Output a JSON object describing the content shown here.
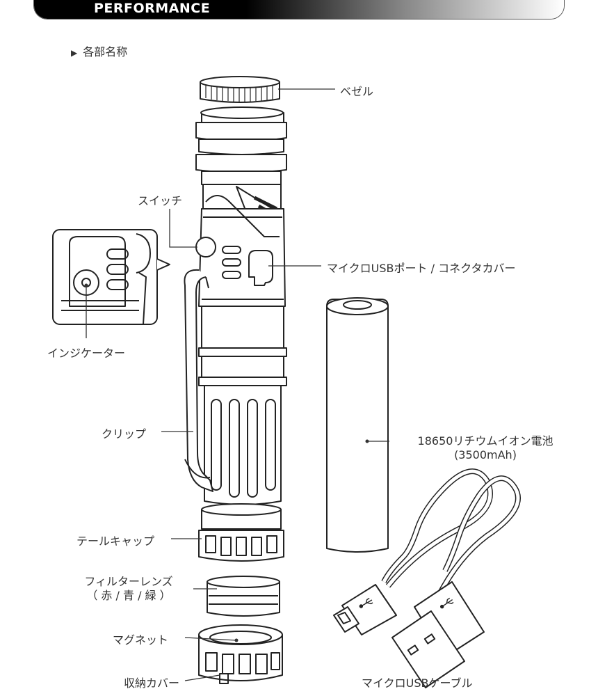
{
  "header": {
    "title": "PERFORMANCE"
  },
  "section": {
    "marker": "▶",
    "title": "各部名称"
  },
  "labels": {
    "bezel": "ベゼル",
    "switch": "スイッチ",
    "usb_port": "マイクロUSBポート / コネクタカバー",
    "indicator": "インジケーター",
    "battery_line1": "18650リチウムイオン電池",
    "battery_line2": "(3500mAh)",
    "clip": "クリップ",
    "tailcap": "テールキャップ",
    "filter_line1": "フィルターレンズ",
    "filter_line2": "（ 赤 / 青 / 緑 ）",
    "magnet": "マグネット",
    "storage_cover": "収納カバー",
    "usb_cable": "マイクロUSBケーブル"
  },
  "usb_cable_icons": [
    "usb-symbol-icon",
    "usb-symbol-icon"
  ]
}
